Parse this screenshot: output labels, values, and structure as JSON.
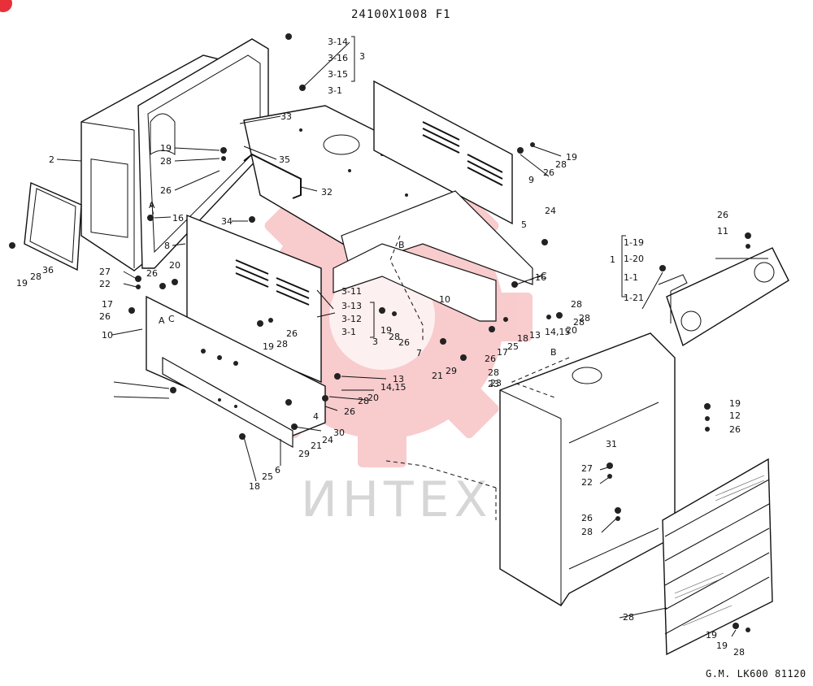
{
  "diagram": {
    "title": "24100X1008 F1",
    "reference": "G.M. LK600 81120",
    "watermark": "ИНТЕХ",
    "corner_badge_color": "#e8303a",
    "watermark_color": "#e8494f",
    "callouts": [
      "3-14",
      "3-16",
      "3",
      "3-15",
      "3-1",
      "33",
      "19",
      "35",
      "28",
      "26",
      "32",
      "2",
      "16",
      "34",
      "36",
      "19",
      "28",
      "27",
      "26",
      "20",
      "22",
      "8",
      "3-11",
      "3-13",
      "3-12",
      "3-1",
      "3",
      "17",
      "26",
      "10",
      "A",
      "A",
      "19",
      "28",
      "26",
      "19",
      "28",
      "26",
      "7",
      "10",
      "9",
      "26",
      "28",
      "19",
      "5",
      "24",
      "C",
      "28",
      "23",
      "13",
      "14,15",
      "20",
      "26",
      "28",
      "4",
      "30",
      "24",
      "21",
      "29",
      "6",
      "25",
      "18",
      "21",
      "29",
      "28",
      "23",
      "26",
      "17",
      "25",
      "18",
      "13",
      "14,15",
      "20",
      "28",
      "28",
      "1",
      "1-19",
      "1-20",
      "1-1",
      "1-21",
      "B",
      "B",
      "C",
      "16",
      "31",
      "27",
      "22",
      "26",
      "28",
      "19",
      "12",
      "26",
      "28",
      "19",
      "19",
      "28",
      "26",
      "11"
    ]
  }
}
